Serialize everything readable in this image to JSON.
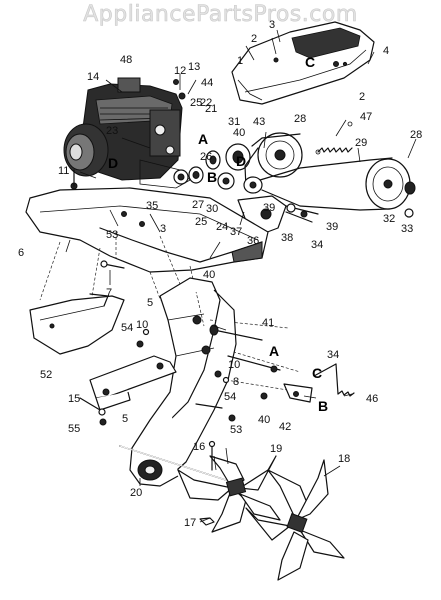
{
  "watermark": "AppliancePartsPros.com",
  "callouts": {
    "c1": "1",
    "c2a": "2",
    "c2b": "2",
    "c3a": "3",
    "c3b": "3",
    "c4": "4",
    "c5a": "5",
    "c5b": "5",
    "c6": "6",
    "c7": "7",
    "c8": "8",
    "c10a": "10",
    "c10b": "10",
    "c11": "11",
    "c12": "12",
    "c13": "13",
    "c14": "14",
    "c15": "15",
    "c16": "16",
    "c17": "17",
    "c18": "18",
    "c19": "19",
    "c20": "20",
    "c21": "21",
    "c22": "22",
    "c23": "23",
    "c24": "24",
    "c25a": "25",
    "c25b": "25",
    "c26": "26",
    "c27": "27",
    "c28a": "28",
    "c28b": "28",
    "c29": "29",
    "c30": "30",
    "c31": "31",
    "c32": "32",
    "c33": "33",
    "c34a": "34",
    "c34b": "34",
    "c35": "35",
    "c36": "36",
    "c37": "37",
    "c38": "38",
    "c39a": "39",
    "c39b": "39",
    "c40a": "40",
    "c40b": "40",
    "c40c": "40",
    "c41": "41",
    "c42": "42",
    "c43": "43",
    "c44": "44",
    "c46": "46",
    "c47": "47",
    "c48": "48",
    "c52": "52",
    "c53a": "53",
    "c53b": "53",
    "c54a": "54",
    "c54b": "54",
    "c55": "55"
  },
  "connectors": {
    "A1": "A",
    "A2": "A",
    "B1": "B",
    "B2": "B",
    "C1": "C",
    "C2": "C",
    "D1": "D",
    "D2": "D"
  }
}
